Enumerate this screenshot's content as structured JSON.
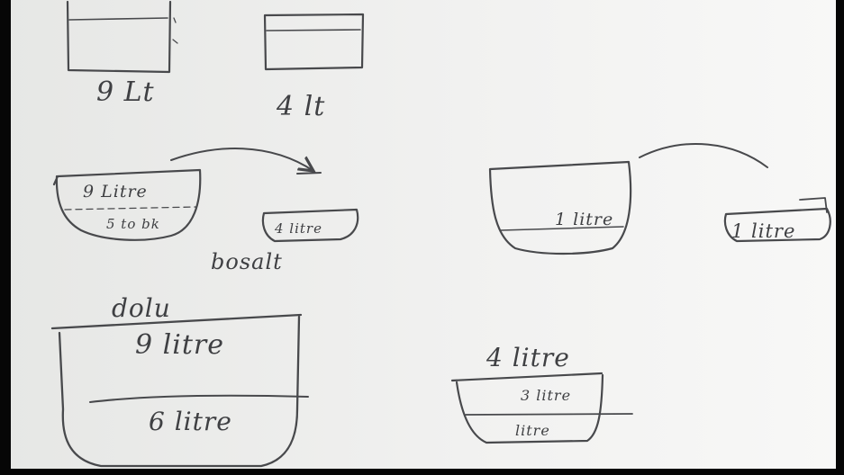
{
  "photo": {
    "subject": "handwritten water jug puzzle sketch on paper",
    "colors": {
      "paper_left": "#e9eae8",
      "paper_right": "#f7f7f6",
      "ink": "#48494c",
      "frame": "#000000"
    }
  },
  "sketch": {
    "top_row": {
      "jug_large_label": "9 Lt",
      "jug_small_label": "4 lt"
    },
    "middle_row": {
      "large_vessel_top": "9 Litre",
      "large_vessel_bottom": "5 to bk",
      "small_vessel": "4 litre",
      "pour_caption": "bosalt",
      "right_large_vessel": "1 litre",
      "right_small_vessel": "1 litre"
    },
    "bottom_row": {
      "full_caption": "dolu",
      "big_jug_top": "9 litre",
      "big_jug_bottom": "6 litre",
      "small_jug_caption": "4 litre",
      "small_jug_top": "3 litre",
      "small_jug_bottom": "litre"
    }
  }
}
